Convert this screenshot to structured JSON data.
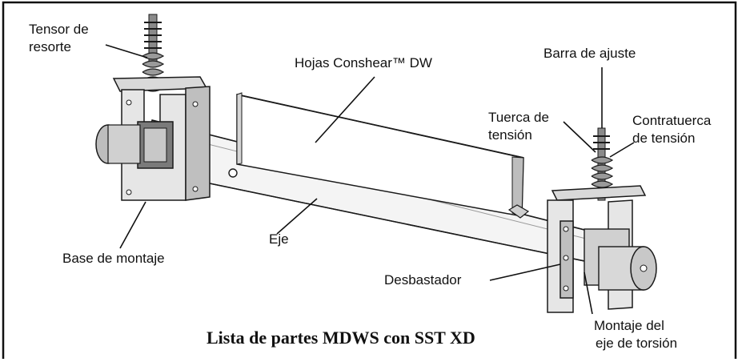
{
  "figure": {
    "caption": "Lista de partes MDWS con SST XD",
    "labels": {
      "spring_tensioner": [
        "Tensor de",
        "resorte"
      ],
      "blades": "Hojas Conshear™ DW",
      "adjust_bar": "Barra de ajuste",
      "tension_nut": [
        "Tuerca de",
        "tensión"
      ],
      "tension_lock_nut": [
        "Contratuerca",
        "de tensión"
      ],
      "shaft": "Eje",
      "mounting_base": "Base de montaje",
      "scraper": "Desbastador",
      "torsion_mount": [
        "Montaje del",
        "eje de torsión"
      ]
    }
  }
}
